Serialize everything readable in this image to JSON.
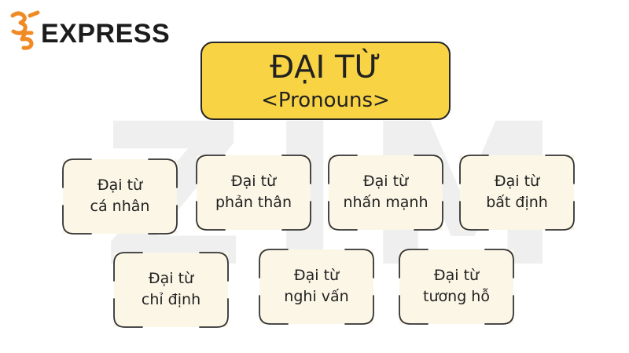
{
  "brand": {
    "name": "EXPRESS",
    "accent": "#f08a24"
  },
  "watermark": "ZIM",
  "title": {
    "main": "ĐẠI TỪ",
    "sub": "<Pronouns>",
    "fill": "#f8d343"
  },
  "categories": [
    {
      "line1": "Đại từ",
      "line2": "cá nhân"
    },
    {
      "line1": "Đại từ",
      "line2": "phản thân"
    },
    {
      "line1": "Đại từ",
      "line2": "nhấn mạnh"
    },
    {
      "line1": "Đại từ",
      "line2": "bất định"
    },
    {
      "line1": "Đại từ",
      "line2": "chỉ định"
    },
    {
      "line1": "Đại từ",
      "line2": "nghi vấn"
    },
    {
      "line1": "Đại từ",
      "line2": "tương hỗ"
    }
  ],
  "card_fill": "#fbf6e6"
}
